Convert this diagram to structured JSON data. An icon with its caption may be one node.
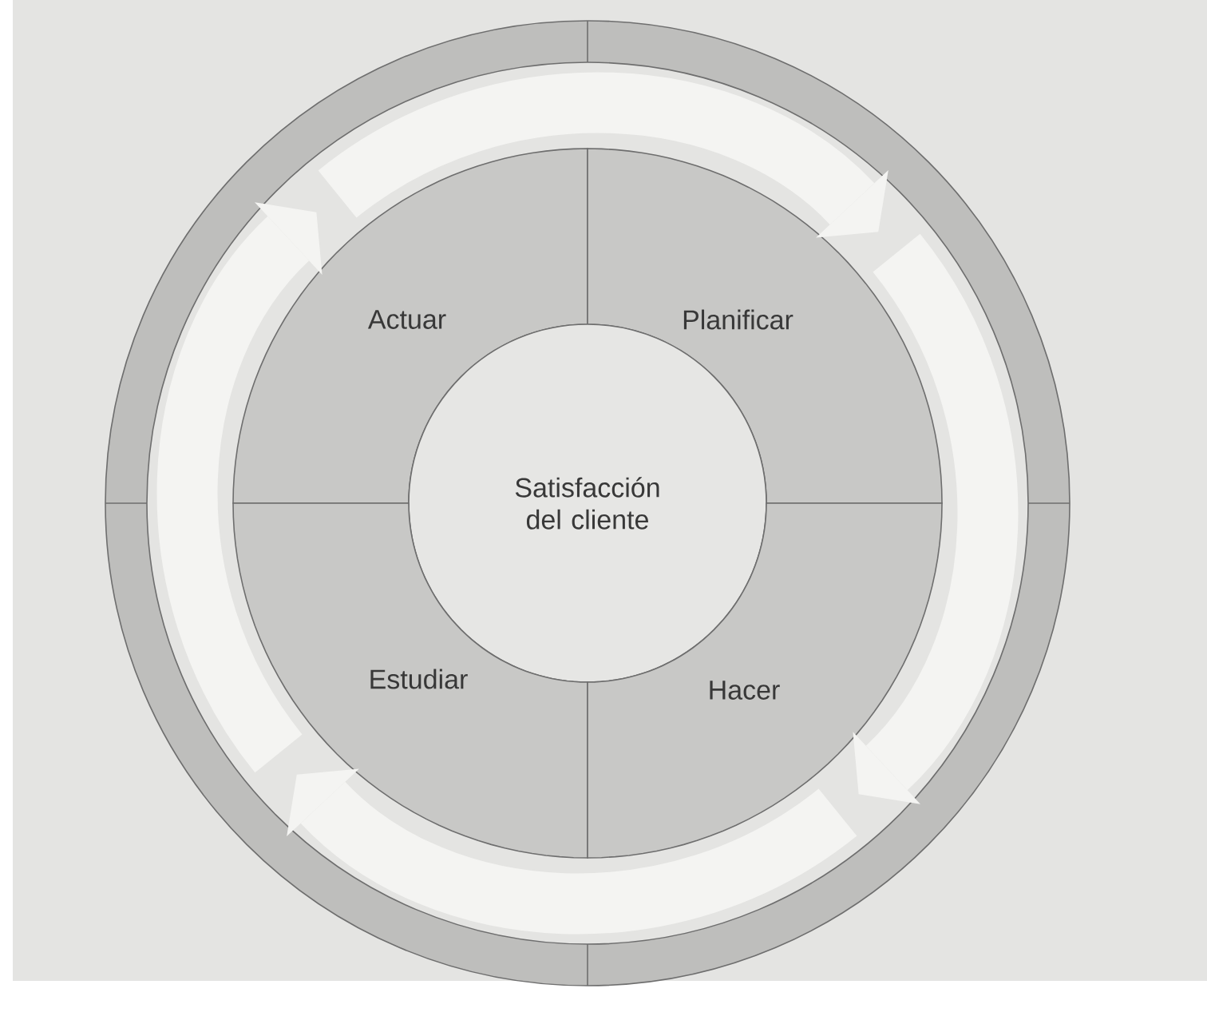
{
  "diagram": {
    "nodes": [
      {
        "text": [
          "Actuar"
        ]
      },
      {
        "text": [
          "Planificar"
        ]
      },
      {
        "text": [
          "Satisfacción del cliente"
        ]
      },
      {
        "text": [
          "Estudiar"
        ]
      },
      {
        "text": [
          "Hacer"
        ]
      }
    ],
    "edges": [
      {
        "from": 0,
        "to": 1,
        "arrow": "to"
      },
      {
        "from": 1,
        "to": 4,
        "arrow": "to"
      },
      {
        "from": 4,
        "to": 3,
        "arrow": "to"
      },
      {
        "from": 3,
        "to": 0,
        "arrow": "to"
      }
    ]
  }
}
